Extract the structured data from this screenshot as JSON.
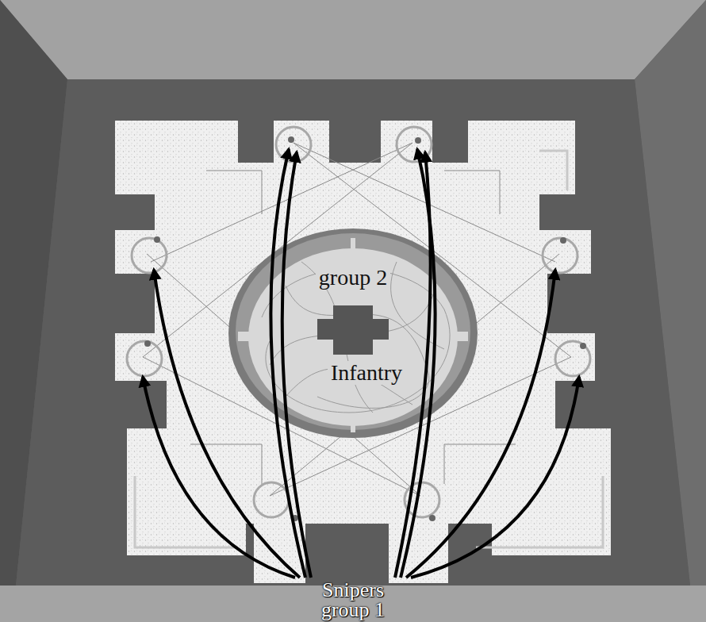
{
  "diagram": {
    "nodes": [
      {
        "text": [
          "group 2",
          "Infantry"
        ]
      }
    ],
    "labels": [
      "Snipers group 1"
    ]
  }
}
